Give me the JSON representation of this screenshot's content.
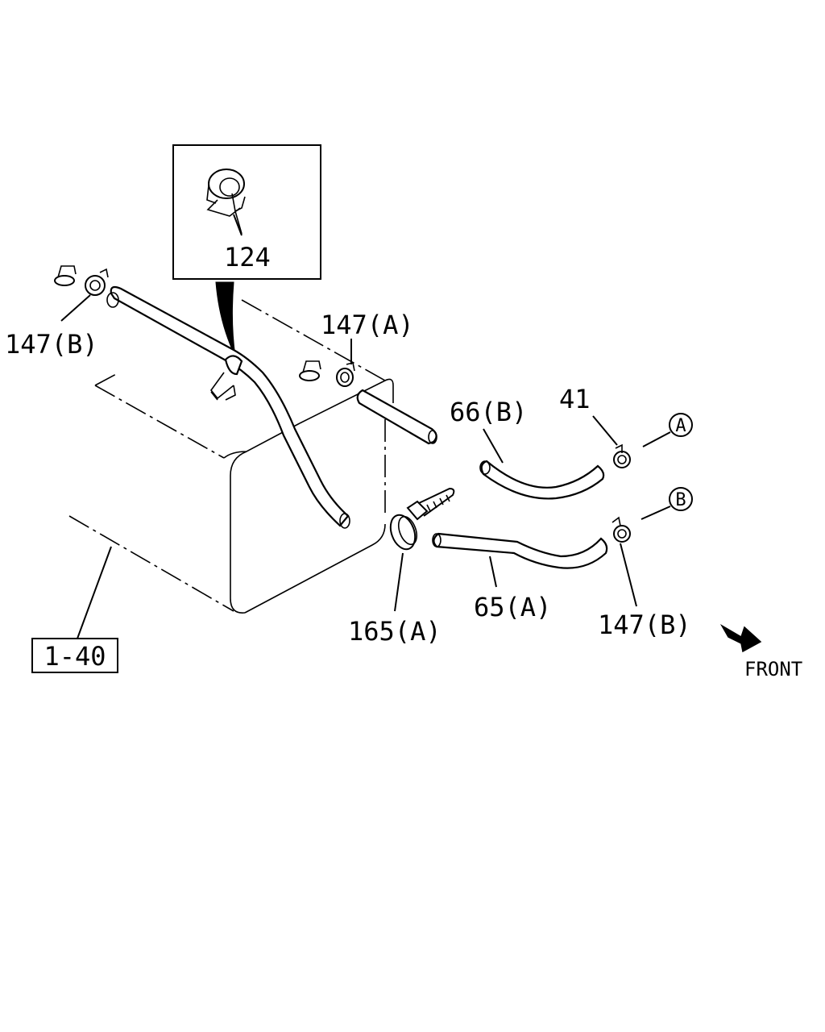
{
  "labels": {
    "clip_124": "124",
    "clamp_147b_left": "147(B)",
    "clamp_147a": "147(A)",
    "hose_66b": "66(B)",
    "clamp_41": "41",
    "connector_a": "A",
    "connector_b": "B",
    "band_165a": "165(A)",
    "hose_65a": "65(A)",
    "clamp_147b_right": "147(B)",
    "ref_box": "1-40",
    "direction": "FRONT"
  }
}
